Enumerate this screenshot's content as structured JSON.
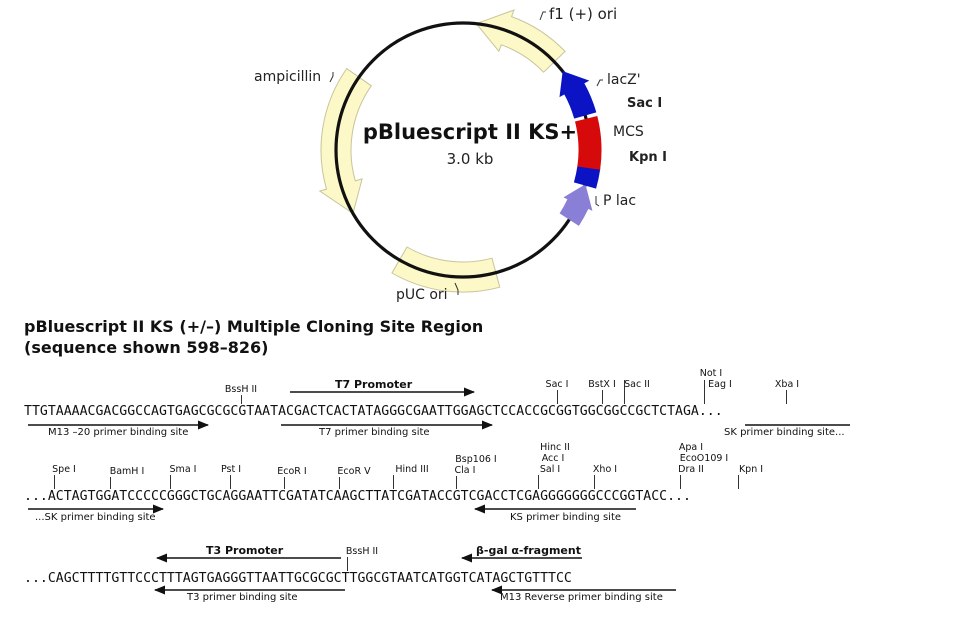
{
  "plasmid": {
    "name": "pBluescript II KS+",
    "size": "3.0 kb",
    "labels": {
      "f1": "f1 (+) ori",
      "lacz": "lacZ'",
      "sac": "Sac I",
      "mcs": "MCS",
      "kpn": "Kpn I",
      "plac": "P lac",
      "amp": "ampicillin",
      "puc": "pUC ori"
    },
    "colors": {
      "feature_fill": "#fdf8c8",
      "feature_stroke": "#c8c49a",
      "lacz": "#0b13c4",
      "mcs": "#d60a0a",
      "plac": "#8a7fd6",
      "backbone": "#111111"
    }
  },
  "mcs": {
    "title_line1": "pBluescript II KS (+/–)  Multiple Cloning Site Region",
    "title_line2": "(sequence shown 598–826)",
    "rows": [
      {
        "sequence": "TTGTAAAACGACGGCCAGTGAGCGCGCGTAATACGACTCACTATAGGGCGAATTGGAGCTCCACCGCGGTGGCGGCCGCTCTAGA...",
        "sites": [
          {
            "text": "BssH II"
          },
          {
            "text": "Sac I"
          },
          {
            "text": "BstX I"
          },
          {
            "text": "Sac II"
          },
          {
            "text": "Not I"
          },
          {
            "text": "Eag I"
          },
          {
            "text": "Xba I"
          }
        ],
        "features": [
          {
            "text": "T7 Promoter"
          },
          {
            "text": "M13 –20 primer binding site"
          },
          {
            "text": "T7 primer binding site"
          },
          {
            "text": "SK primer binding site..."
          }
        ]
      },
      {
        "sequence": "...ACTAGTGGATCCCCCGGGCTGCAGGAATTCGATATCAAGCTTATCGATACCGTCGACCTCGAGGGGGGGCCCGGTACC...",
        "sites": [
          {
            "text": "Spe I"
          },
          {
            "text": "BamH I"
          },
          {
            "text": "Sma I"
          },
          {
            "text": "Pst I"
          },
          {
            "text": "EcoR I"
          },
          {
            "text": "EcoR V"
          },
          {
            "text": "Hind III"
          },
          {
            "text": "Bsp106 I"
          },
          {
            "text": "Cla I"
          },
          {
            "text": "Hinc II"
          },
          {
            "text": "Acc I"
          },
          {
            "text": "Sal I"
          },
          {
            "text": "Xho I"
          },
          {
            "text": "Apa I"
          },
          {
            "text": "EcoO109 I"
          },
          {
            "text": "Dra II"
          },
          {
            "text": "Kpn I"
          }
        ],
        "features": [
          {
            "text": "...SK primer binding site"
          },
          {
            "text": "KS primer binding site"
          }
        ]
      },
      {
        "sequence": "...CAGCTTTTGTTCCCTTTAGTGAGGGTTAATTGCGCGCTTGGCGTAATCATGGTCATAGCTGTTTCC",
        "sites": [
          {
            "text": "BssH II"
          }
        ],
        "features": [
          {
            "text": "T3 Promoter"
          },
          {
            "text": "β-gal α-fragment"
          },
          {
            "text": "T3 primer binding site"
          },
          {
            "text": "M13 Reverse primer binding site"
          }
        ]
      }
    ]
  }
}
